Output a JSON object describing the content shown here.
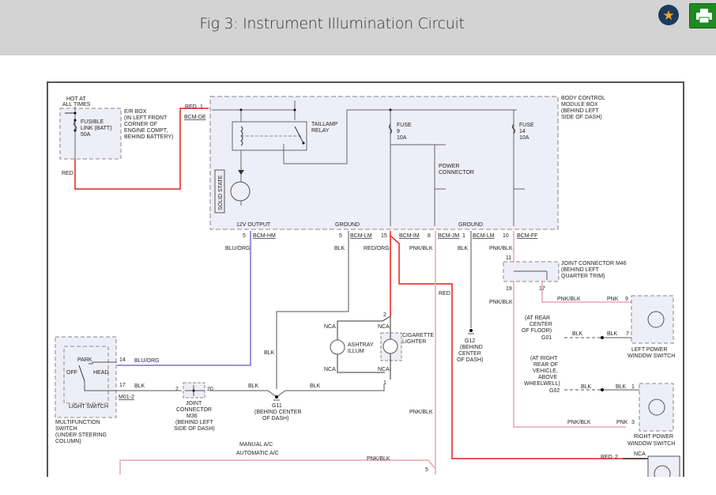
{
  "header": {
    "title": "Fig 3: Instrument Illumination Circuit",
    "favorite_icon": "star-icon",
    "print_icon": "printer-icon"
  },
  "colors": {
    "header_bg": "#d3d3d3",
    "favorite_bg": "#1c3a5e",
    "favorite_star": "#f6a623",
    "print_bg": "#1d8a22",
    "wire_red": "#e8201a",
    "wire_blu_org": "#7b6fd6",
    "wire_pnk_blk": "#eaa5b4",
    "wire_blk": "#555555",
    "box_fill": "#eeeef8"
  },
  "diagram": {
    "er_box": {
      "hot_label": [
        "HOT AT",
        "ALL TIMES"
      ],
      "fusible_link": [
        "FUSIBLE",
        "LINK (BATT)",
        "50A"
      ],
      "location": [
        "E/R BOX",
        "(IN LEFT FRONT",
        "CORNER OF",
        "ENGINE COMPT,",
        "BEHIND BATTERY)"
      ],
      "wire_out": "RED"
    },
    "bcm": {
      "location": [
        "BODY CONTROL",
        "MODULE BOX",
        "(BEHIND LEFT",
        "SIDE OF DASH)"
      ],
      "input_wire": "RED",
      "input_pin": "1",
      "input_connector": "BCM-DE",
      "relay": [
        "TAILLAMP",
        "RELAY"
      ],
      "solid_state": "SOLID STATE",
      "fuse9": [
        "FUSE",
        "9",
        "10A"
      ],
      "fuse14": [
        "FUSE",
        "14",
        "10A"
      ],
      "power_connector": [
        "POWER",
        "CONNECTOR"
      ],
      "output_label": "12V OUTPUT",
      "ground1_label": "GROUND",
      "ground2_label": "GROUND",
      "pins": [
        {
          "pin": "5",
          "connector": "BCM-HM",
          "wire": "BLU/ORG"
        },
        {
          "pin": "5",
          "connector": "BCM-LM",
          "wire": "BLK"
        },
        {
          "pin": "15",
          "connector": "BCM-IM",
          "wire": "RED/ORG"
        },
        {
          "pin": "8",
          "connector": "BCM-JM",
          "wire": "PNK/BLK"
        },
        {
          "pin": "1",
          "connector": "BCM-LM",
          "wire": "BLK"
        },
        {
          "pin": "10",
          "connector": "BCM-FF",
          "wire": "PNK/BLK"
        }
      ]
    },
    "multifunction_switch": {
      "positions": [
        "PARK",
        "OFF",
        "HEAD"
      ],
      "inner_label": "LIGHT SWITCH",
      "location": [
        "MULTIFUNCTION",
        "SWITCH",
        "(UNDER STEERING",
        "COLUMN)"
      ],
      "pin14": "14",
      "pin14_wire": "BLU/ORG",
      "pin17": "17",
      "pin17_wire": "BLK",
      "connector": "M01-2"
    },
    "joint_connector_m36": {
      "pin_in": "2",
      "pin_out": "20",
      "wire_out": "BLK",
      "label": [
        "JOINT",
        "CONNECTOR",
        "M36",
        "(BEHIND LEFT",
        "SIDE OF DASH)"
      ]
    },
    "g11": {
      "wire": "BLK",
      "label": [
        "G11",
        "(BEHIND CENTER",
        "OF DASH)"
      ]
    },
    "ashtray": {
      "label": [
        "ASHTRAY",
        "ILLUM"
      ],
      "nca_top": "NCA",
      "nca_bottom": "NCA"
    },
    "cigarette_lighter": {
      "label": [
        "CIGARETTE",
        "LIGHTER"
      ],
      "nca_top": "NCA",
      "nca_bottom": "NCA",
      "pin_top": "2",
      "pin_bottom": "1",
      "ground_wire": "BLK"
    },
    "g12": {
      "label": [
        "G12",
        "(BEHIND",
        "CENTER",
        "OF DASH)"
      ]
    },
    "red_wire_label": "RED",
    "pnk_blk_label": "PNK/BLK",
    "joint_connector_m46": {
      "pin_top": "11",
      "pin_bottom_left": "19",
      "pin_bottom_right": "17",
      "label": [
        "JOINT CONNECTOR M46",
        "(BEHIND LEFT",
        "QUARTER TRIM)"
      ],
      "wire_19": "PNK/BLK"
    },
    "left_power_window": {
      "wire_in": "PNK/BLK",
      "wire_in2": "PNK",
      "pin_in": "9",
      "ground_wire1": "BLK",
      "ground_wire2": "BLK",
      "pin_gnd": "7",
      "ground_id": "G01",
      "ground_location": [
        "(AT REAR",
        "CENTER",
        "OF FLOOR)"
      ],
      "label": [
        "LEFT POWER",
        "WINDOW SWITCH"
      ]
    },
    "right_power_window": {
      "ground_location": [
        "(AT RIGHT",
        "REAR OF",
        "VEHICLE,",
        "ABOVE",
        "WHEELWELL)"
      ],
      "ground_id": "G02",
      "ground_wire1": "BLK",
      "ground_wire2": "BLK",
      "pin_gnd": "1",
      "wire_in": "PNK/BLK",
      "wire_in2": "PNK",
      "pin_in": "3",
      "label": [
        "RIGHT POWER",
        "WINDOW SWITCH"
      ]
    },
    "bottom": {
      "manual_ac": "MANUAL A/C",
      "automatic_ac": "AUTOMATIC A/C",
      "wire_label": "PNK/BLK",
      "pin": "5",
      "red_label": "RED",
      "red_pin": "2",
      "nca": "NCA"
    }
  }
}
